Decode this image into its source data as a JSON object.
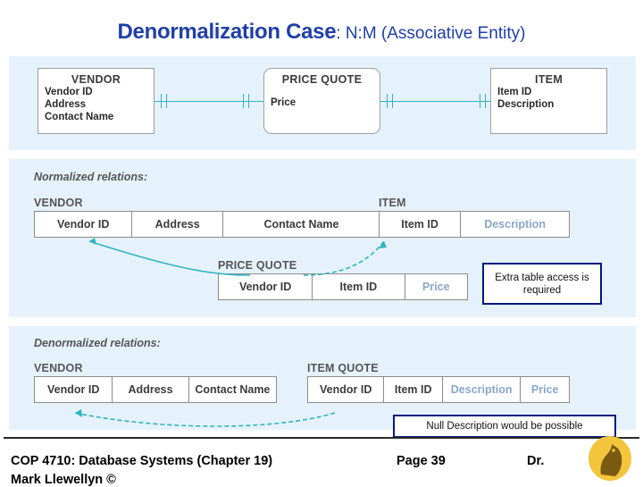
{
  "title": {
    "main": "Denormalization Case",
    "rest": ": N:M (Associative Entity)"
  },
  "er_diagram": {
    "entities": [
      {
        "name": "VENDOR",
        "attributes": [
          "Vendor ID",
          "Address",
          "Contact Name"
        ]
      },
      {
        "name": "PRICE QUOTE",
        "attributes": [
          "Price"
        ]
      },
      {
        "name": "ITEM",
        "attributes": [
          "Item ID",
          "Description"
        ]
      }
    ]
  },
  "normalized": {
    "section_label": "Normalized relations:",
    "tables": [
      {
        "name": "VENDOR",
        "columns": [
          "Vendor ID",
          "Address",
          "Contact Name"
        ]
      },
      {
        "name": "ITEM",
        "columns": [
          "Item ID",
          "Description"
        ]
      },
      {
        "name": "PRICE QUOTE",
        "columns": [
          "Vendor ID",
          "Item ID",
          "Price"
        ]
      }
    ],
    "callout": "Extra table access is required"
  },
  "denormalized": {
    "section_label": "Denormalized relations:",
    "tables": [
      {
        "name": "VENDOR",
        "columns": [
          "Vendor ID",
          "Address",
          "Contact Name"
        ]
      },
      {
        "name": "ITEM QUOTE",
        "columns": [
          "Vendor ID",
          "Item ID",
          "Description",
          "Price"
        ]
      }
    ],
    "callout": "Null Description would be possible"
  },
  "footer": {
    "course": "COP 4710: Database Systems  (Chapter 19)",
    "page": "Page 39",
    "dr": "Dr.",
    "name": "Mark Llewellyn ©"
  },
  "colors": {
    "title": "#1F3FA8",
    "panel_bg": "#E6F2FB",
    "arrow": "#2FB5C0",
    "callout_border": "#00187F",
    "muted_text": "#8aa6c8"
  }
}
